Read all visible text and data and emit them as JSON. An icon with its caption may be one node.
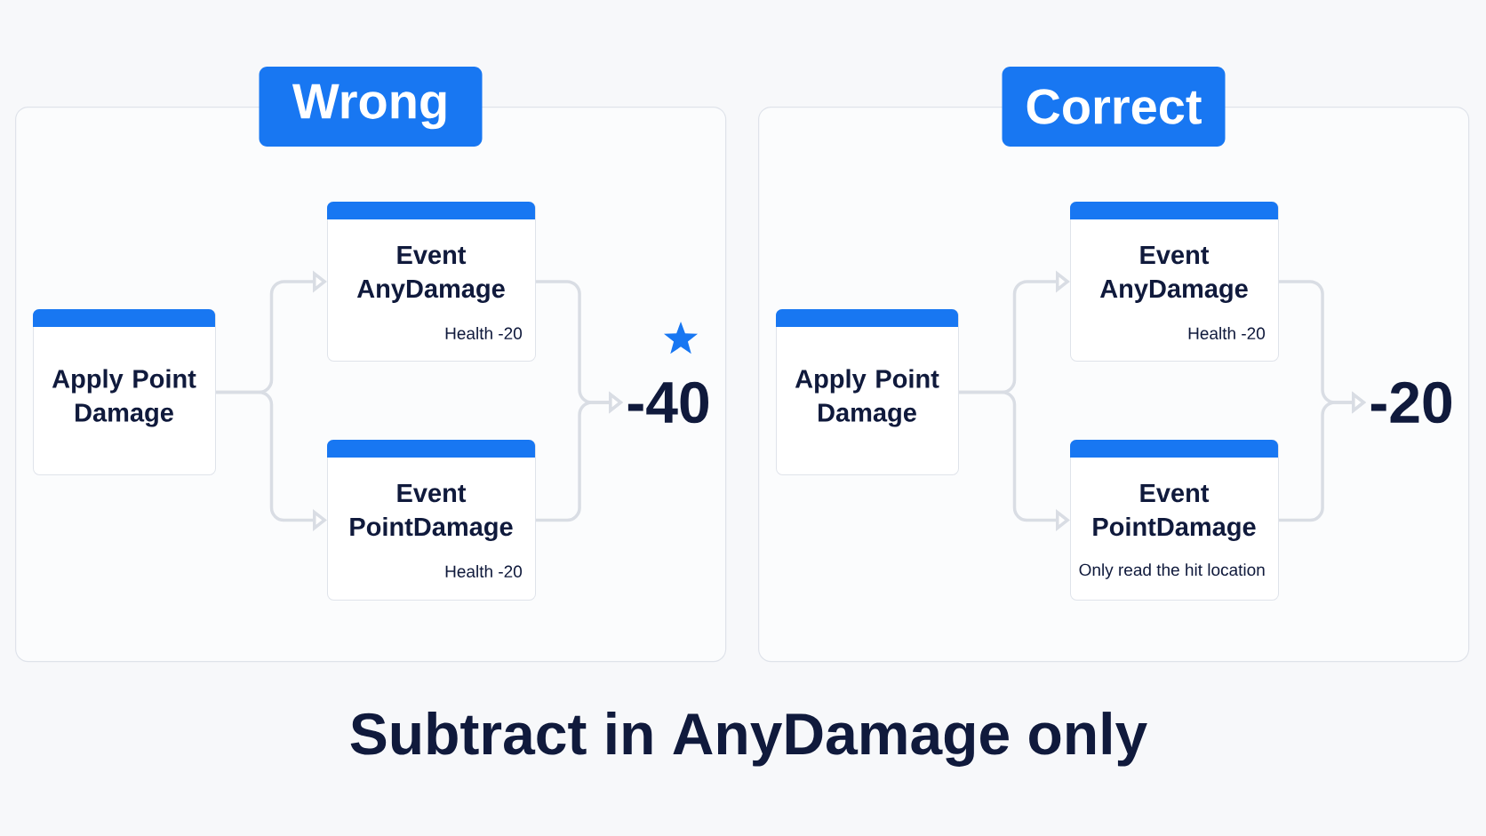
{
  "diagram": {
    "caption": "Subtract in AnyDamage only",
    "nodes": [
      {
        "text": [
          "Wrong"
        ]
      },
      {
        "text": [
          "Apply Point Damage"
        ],
        "in": 0
      },
      {
        "text": [
          "Event AnyDamage",
          "Health -20"
        ],
        "in": 0
      },
      {
        "text": [
          "Event PointDamage",
          "Health -20"
        ],
        "in": 0
      },
      {
        "text": [
          "-40"
        ],
        "in": 0
      },
      {
        "text": [
          "Correct"
        ]
      },
      {
        "text": [
          "Apply Point Damage"
        ],
        "in": 5
      },
      {
        "text": [
          "Event AnyDamage",
          "Health -20"
        ],
        "in": 5
      },
      {
        "text": [
          "Event PointDamage",
          "Only read the hit location"
        ],
        "in": 5
      },
      {
        "text": [
          "-20"
        ],
        "in": 5
      }
    ],
    "edges": [
      {
        "from": 1,
        "to": 2,
        "arrow": "to"
      },
      {
        "from": 1,
        "to": 3,
        "arrow": "to"
      },
      {
        "from": 2,
        "to": 4,
        "arrow": "to"
      },
      {
        "from": 3,
        "to": 4,
        "arrow": "to"
      },
      {
        "from": 6,
        "to": 7,
        "arrow": "to"
      },
      {
        "from": 6,
        "to": 8,
        "arrow": "to"
      },
      {
        "from": 7,
        "to": 9,
        "arrow": "to"
      },
      {
        "from": 8,
        "to": 9,
        "arrow": "to"
      }
    ]
  }
}
